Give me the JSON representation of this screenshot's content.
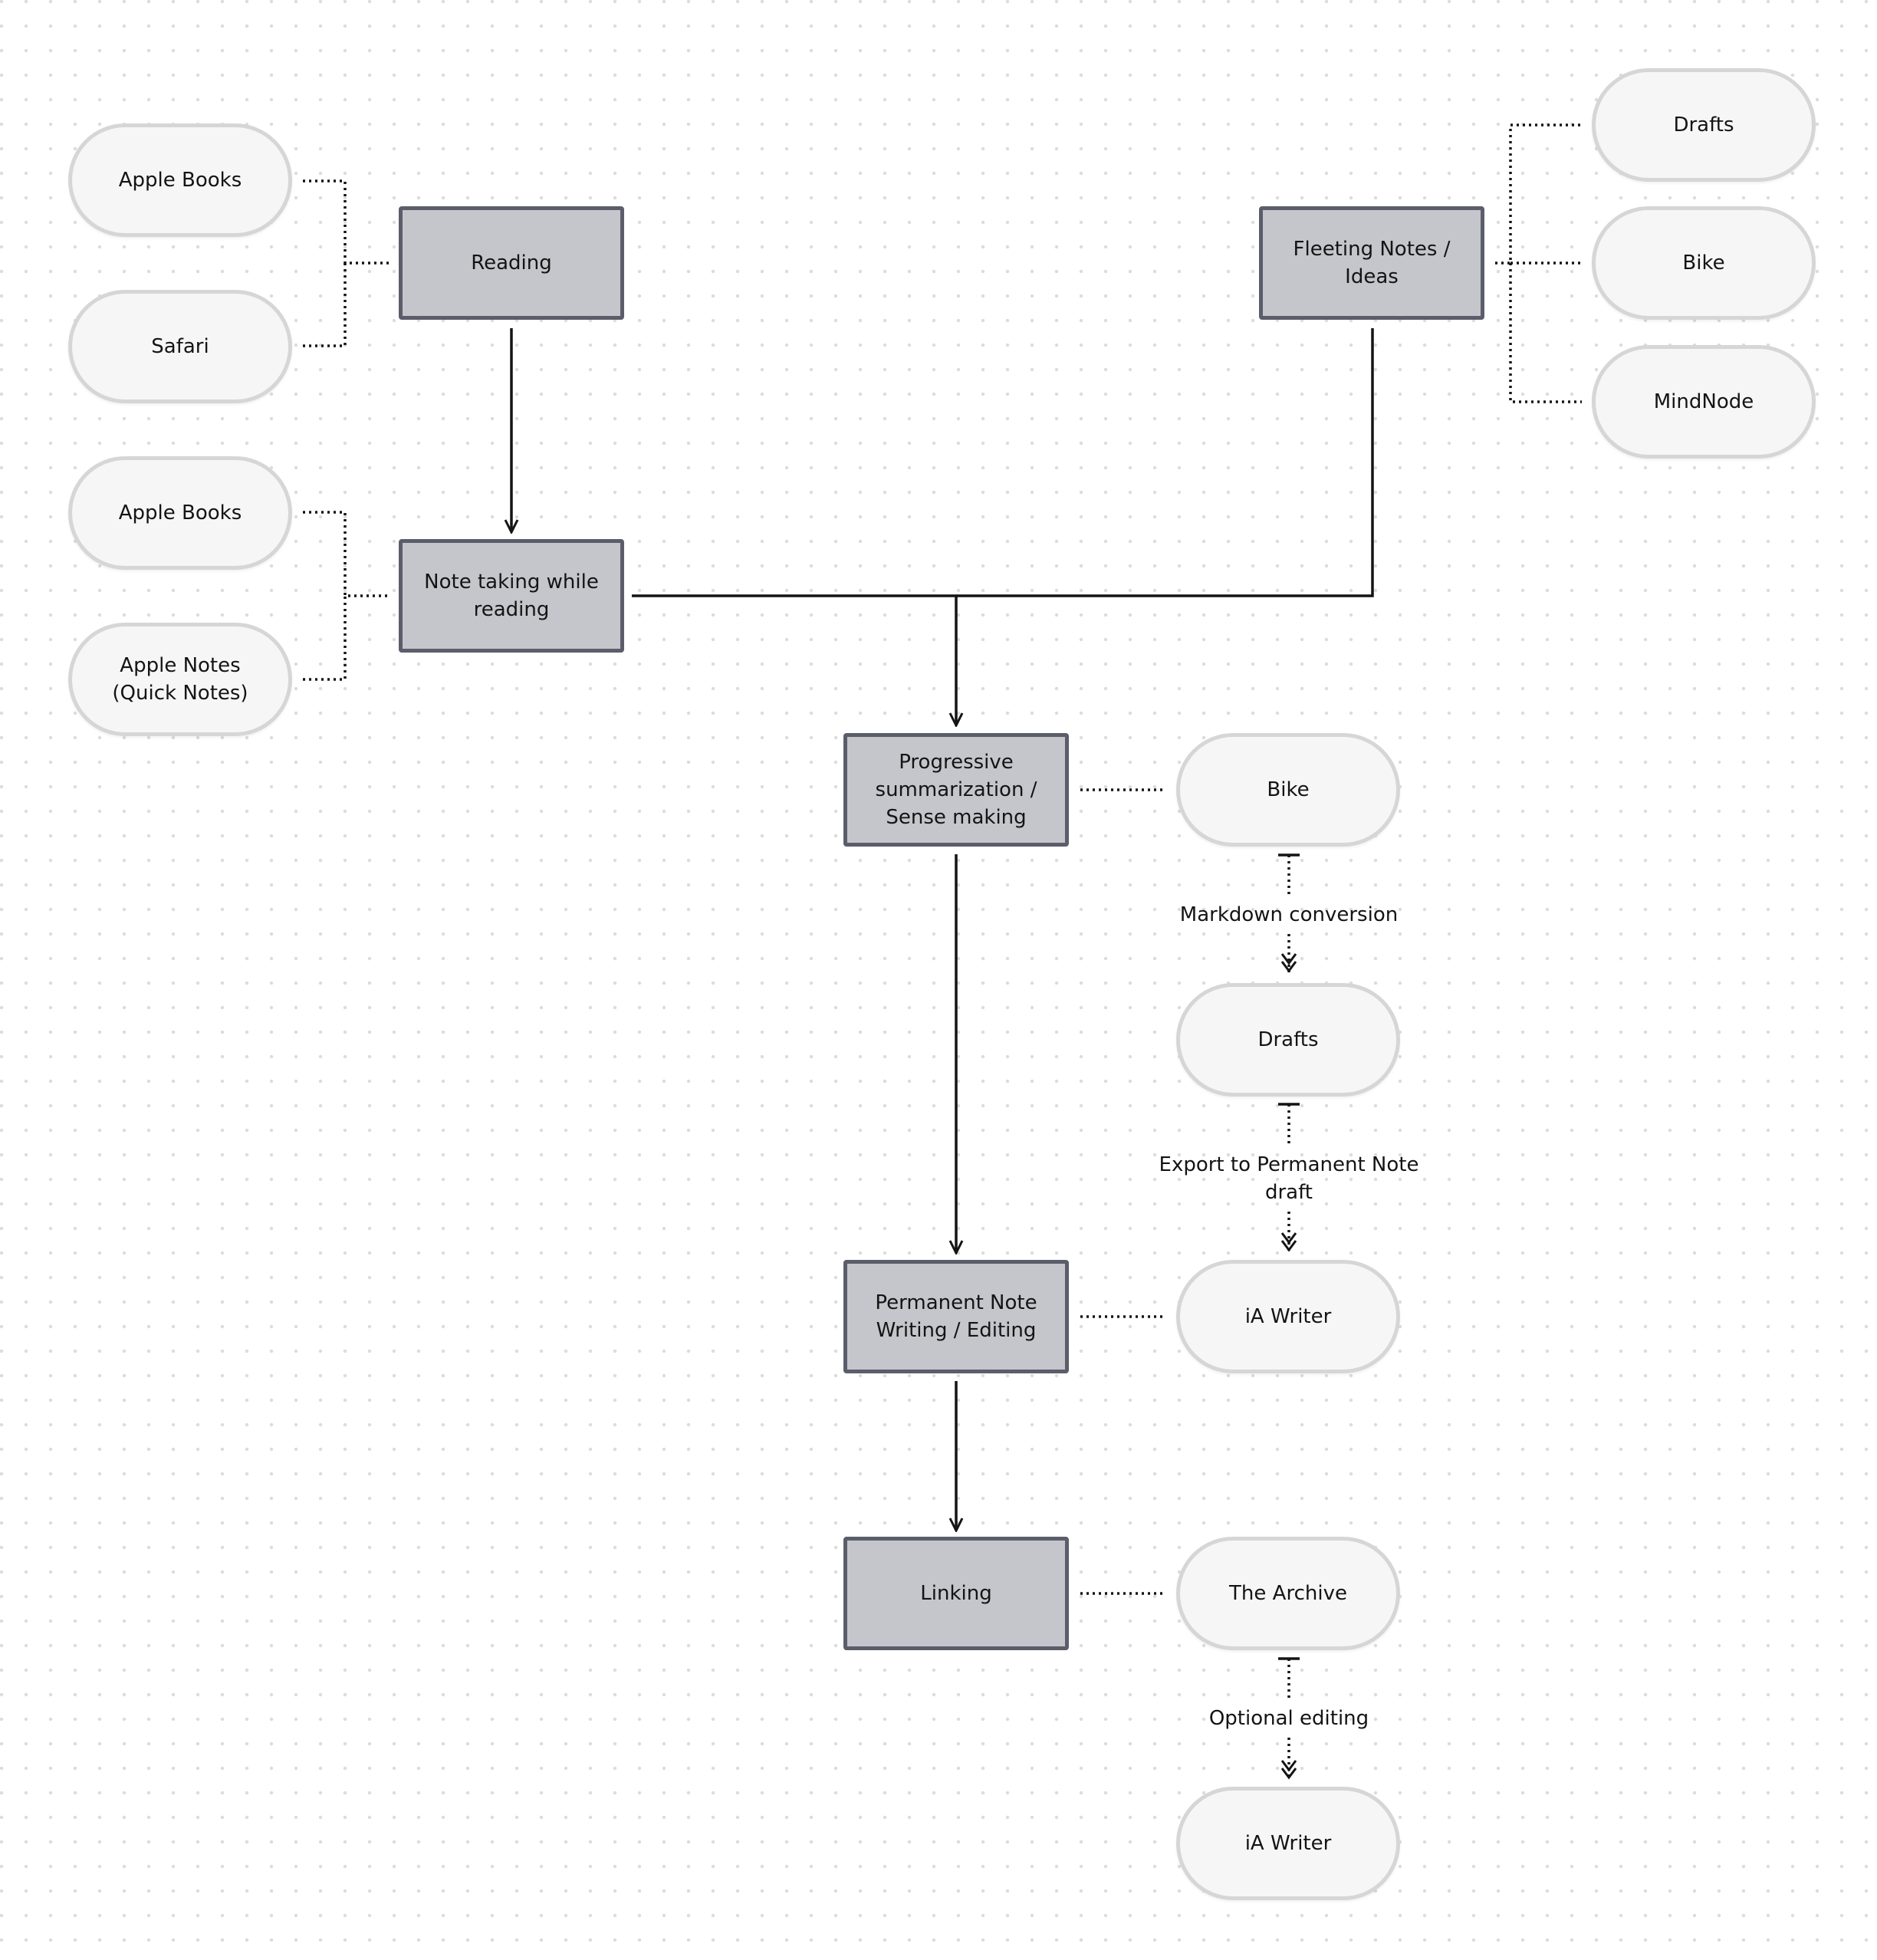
{
  "process_steps": {
    "reading": "Reading",
    "fleeting_notes": "Fleeting Notes /\nIdeas",
    "note_taking": "Note taking while\nreading",
    "progressive_summarization": "Progressive\nsummarization /\nSense making",
    "permanent_note": "Permanent Note\nWriting / Editing",
    "linking": "Linking"
  },
  "tools": {
    "reading_apple_books": "Apple Books",
    "reading_safari": "Safari",
    "notes_apple_books": "Apple Books",
    "notes_apple_notes": "Apple Notes\n(Quick Notes)",
    "fleeting_drafts": "Drafts",
    "fleeting_bike": "Bike",
    "fleeting_mindnode": "MindNode",
    "summary_bike": "Bike",
    "summary_drafts": "Drafts",
    "permanent_ia_writer": "iA Writer",
    "linking_the_archive": "The Archive",
    "linking_ia_writer": "iA Writer"
  },
  "edge_labels": {
    "markdown_conversion": "Markdown conversion",
    "export_permanent_note": "Export to Permanent Note\ndraft",
    "optional_editing": "Optional editing"
  },
  "colors": {
    "process_fill": "#c4c6cc",
    "process_border": "#5b5e6a",
    "tool_fill": "#f6f6f6",
    "tool_border": "#d6d6d6",
    "line": "#141414",
    "background_dot": "#dcdcdc"
  }
}
